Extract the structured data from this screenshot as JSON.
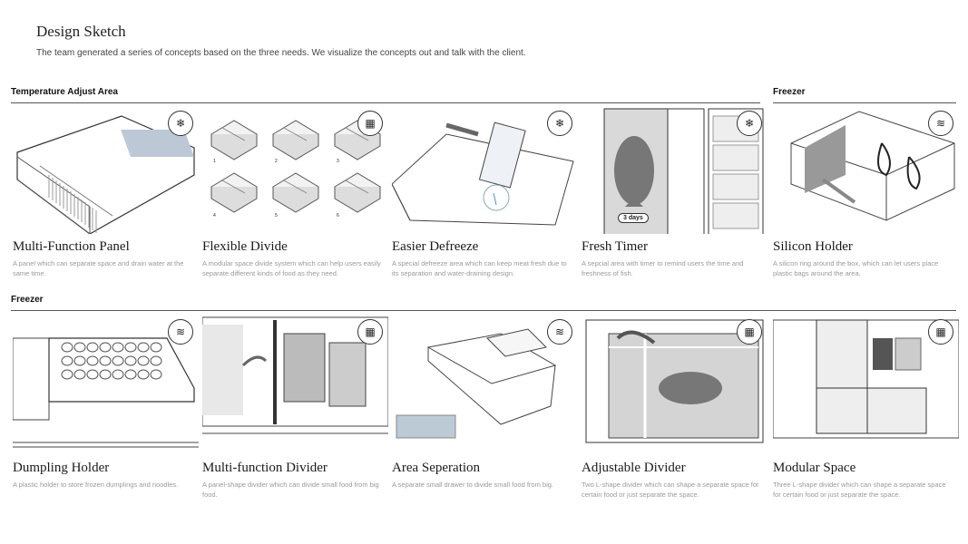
{
  "header": {
    "title": "Design Sketch",
    "subtitle": "The team generated a series of concepts based on the three needs. We visualize the concepts out and talk with the client."
  },
  "sections": {
    "temperature": "Temperature Adjust Area",
    "freezer_top": "Freezer",
    "freezer_bottom": "Freezer"
  },
  "cards": [
    {
      "title": "Multi-Function Panel",
      "desc": "A panel which can separate space and drain water at the same time.",
      "icon": "snowflake-icon"
    },
    {
      "title": "Flexible Divide",
      "desc": "A modular space divide system which can help users easily separate different kinds of food as they need.",
      "icon": "grid-icon",
      "labels": [
        "1",
        "2",
        "3",
        "4",
        "5",
        "6"
      ]
    },
    {
      "title": "Easier Defreeze",
      "desc": "A special defreeze area which can keep meat fresh due to its separation and water-draining design.",
      "icon": "snowflake-icon"
    },
    {
      "title": "Fresh Timer",
      "desc": "A sepcial area with timer to remind users the time and freshness of fish.",
      "icon": "snowflake-icon",
      "timer": "3 days"
    },
    {
      "title": "Silicon Holder",
      "desc": "A silicon ring around the box, which can let users place plastic bags around the area.",
      "icon": "layers-icon"
    },
    {
      "title": "Dumpling Holder",
      "desc": "A plastic holder to store frozen dumplings and noodles.",
      "icon": "layers-icon"
    },
    {
      "title": "Multi-function Divider",
      "desc": "A panel-shape divider which can divide small food from big food.",
      "icon": "grid-icon"
    },
    {
      "title": "Area Seperation",
      "desc": "A separate small drawer to divide small food from big.",
      "icon": "layers-icon"
    },
    {
      "title": "Adjustable Divider",
      "desc": "Two L-shape divider which can shape a separate space for certain food or just separate the space.",
      "icon": "grid-icon"
    },
    {
      "title": "Modular Space",
      "desc": "Three L-shape divider which can shape a separate space for certain food or just separate the space.",
      "icon": "grid-icon"
    }
  ]
}
